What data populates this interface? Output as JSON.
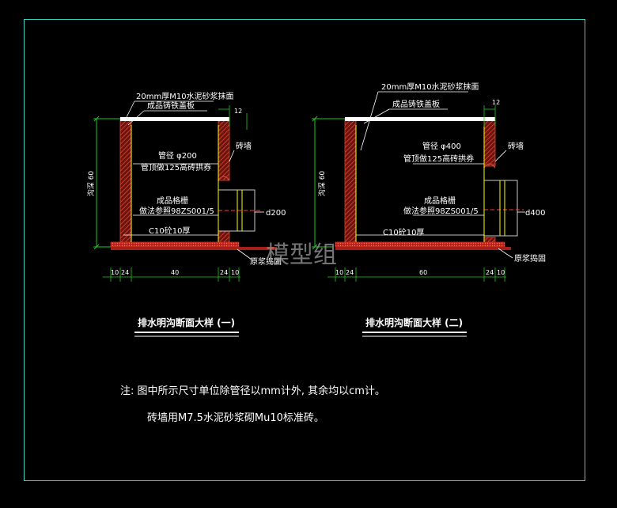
{
  "section1": {
    "plaster_label": "20mm厚M10水泥砂浆抹面",
    "cover_label": "成品铸铁盖板",
    "pipe_label": "管径 φ200",
    "arch_label": "管顶做125高砖拱券",
    "wall_label": "砖墙",
    "grate_label": "成品格栅",
    "grate_method": "做法参照98ZS001/5",
    "pipe_dia": "d200",
    "base_label": "C10砼10厚",
    "soil_label": "原浆捣固",
    "depth_label": "沟深 60",
    "top_dim": "12",
    "dims": [
      "10",
      "24",
      "40",
      "24",
      "10"
    ],
    "title": "排水明沟断面大样 (一)"
  },
  "section2": {
    "plaster_label": "20mm厚M10水泥砂浆抹面",
    "cover_label": "成品铸铁盖板",
    "pipe_label": "管径 φ400",
    "arch_label": "管顶做125高砖拱券",
    "wall_label": "砖墙",
    "grate_label": "成品格栅",
    "grate_method": "做法参照98ZS001/5",
    "pipe_dia": "d400",
    "base_label": "C10砼10厚",
    "soil_label": "原浆捣固",
    "depth_label": "沟深 60",
    "top_dim": "12",
    "dims": [
      "10",
      "24",
      "60",
      "24",
      "10"
    ],
    "title": "排水明沟断面大样 (二)"
  },
  "notes": {
    "line1": "注: 图中所示尺寸单位除管径以mm计外, 其余均以cm计。",
    "line2": "砖墙用M7.5水泥砂浆砌Mu10标准砖。"
  },
  "watermark": "模型组",
  "colors": {
    "border": "#39d3c0",
    "wall": "#c0281e",
    "base": "#d23a2e",
    "dimline": "#1ec81e",
    "cover": "#ffffff",
    "pipe": "#ffff00"
  }
}
